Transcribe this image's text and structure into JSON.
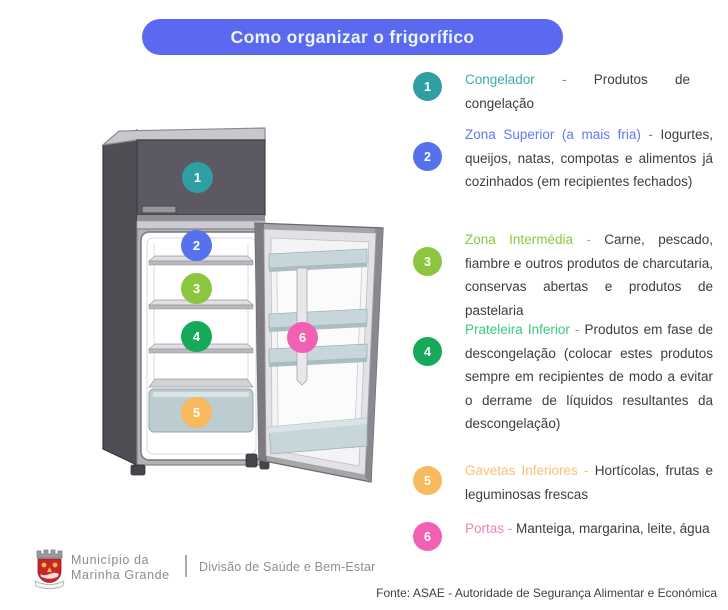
{
  "title": {
    "text": "Como organizar o frigorífico"
  },
  "colors": {
    "primary": "#5a69ef",
    "teal": "#2f9fa3",
    "blue": "#5671ee",
    "lime": "#8cc63e",
    "green": "#17a95a",
    "amber": "#f8b95f",
    "pink": "#f160b2",
    "teal_text": "#3aacb1",
    "blue_text": "#5e7bf0",
    "lime_text": "#8cc63e",
    "green_text": "#35cb80",
    "amber_text": "#f9c272",
    "pink_text": "#f480bc"
  },
  "legend": {
    "items": [
      {
        "num": "1",
        "title": "Congelador - ",
        "text": "Produtos de congelação"
      },
      {
        "num": "2",
        "title": "Zona Superior (a mais fria) - ",
        "text": "Iogurtes, queijos, natas, compotas e alimentos já cozinhados (em recipientes fechados)"
      },
      {
        "num": "3",
        "title": "Zona Intermédia - ",
        "text": "Carne, pescado, fiambre e outros produtos de charcutaria, conservas abertas e produtos de pastelaria"
      },
      {
        "num": "4",
        "title": "Prateleira Inferior - ",
        "text": "Produtos em fase de descongelação (colocar estes produtos sempre em recipientes de modo a evitar o derrame de líquidos resultantes da descongelação)"
      },
      {
        "num": "5",
        "title": "Gavetas Inferiores - ",
        "text": "Hortícolas, frutas e leguminosas frescas"
      },
      {
        "num": "6",
        "title": "Portas - ",
        "text": "Manteiga, margarina, leite, água"
      }
    ]
  },
  "footer": {
    "org_line1": "Município da",
    "org_line2": "Marinha Grande",
    "division": "Divisão de Saúde e Bem-Estar",
    "source": "Fonte: ASAE - Autoridade de Segurança Alimentar e Económica"
  }
}
